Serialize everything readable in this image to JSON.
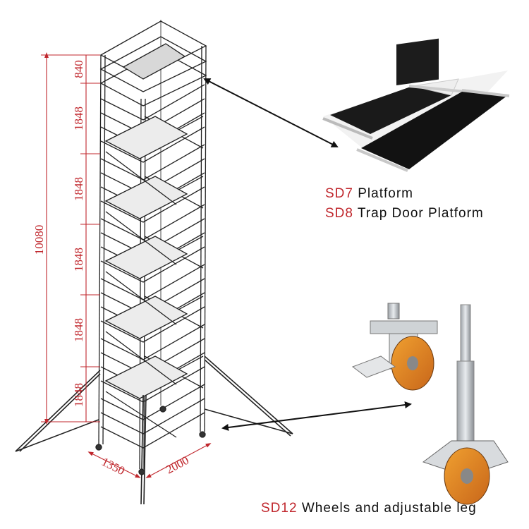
{
  "dimensions": {
    "total_height": "10080",
    "top_section": "840",
    "section_1": "1848",
    "section_2": "1848",
    "section_3": "1848",
    "section_4": "1848",
    "section_5": "1848",
    "base_width": "1350",
    "base_length": "2000"
  },
  "captions": [
    {
      "code": "SD7",
      "text": "Platform"
    },
    {
      "code": "SD8",
      "text": "Trap Door Platform"
    },
    {
      "code": "SD12",
      "text": "Wheels and adjustable leg"
    }
  ],
  "colors": {
    "dimension": "#c0272d",
    "caption_code": "#c0272d",
    "caption_text": "#111111",
    "arrow": "#111111"
  }
}
